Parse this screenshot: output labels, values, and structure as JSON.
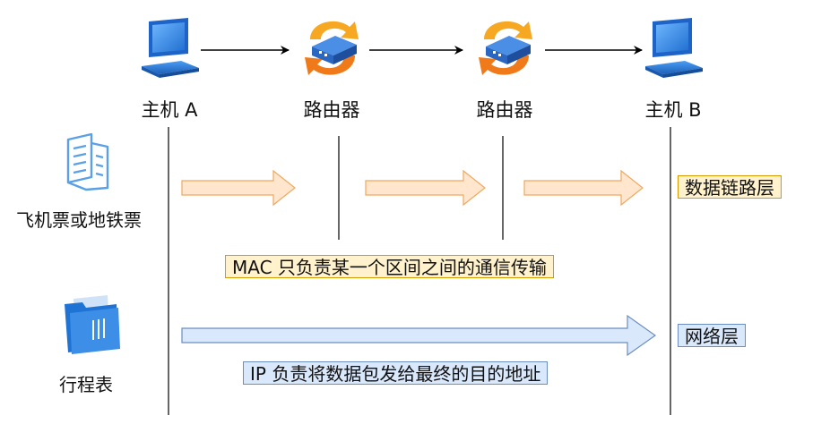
{
  "nodes": [
    {
      "label": "主机 A",
      "icon": "computer-icon"
    },
    {
      "label": "路由器",
      "icon": "router-icon"
    },
    {
      "label": "路由器",
      "icon": "router-icon"
    },
    {
      "label": "主机 B",
      "icon": "computer-icon"
    }
  ],
  "analogy": {
    "ticket_label": "飞机票或地铁票",
    "itinerary_label": "行程表"
  },
  "layers": {
    "data_link": "数据链路层",
    "network": "网络层"
  },
  "notes": {
    "mac": "MAC 只负责某一个区间之间的通信传输",
    "ip": "IP 负责将数据包发给最终的目的地址"
  },
  "colors": {
    "orange_fill": "#ffe6cc",
    "orange_stroke": "#f0a860",
    "blue_fill": "#dae8fc",
    "blue_stroke": "#6c8ebf",
    "note_orange_fill": "#fff2cc",
    "note_orange_stroke": "#d79b00",
    "computer_blue": "#2d7fe0",
    "router_orange": "#f5a623"
  }
}
